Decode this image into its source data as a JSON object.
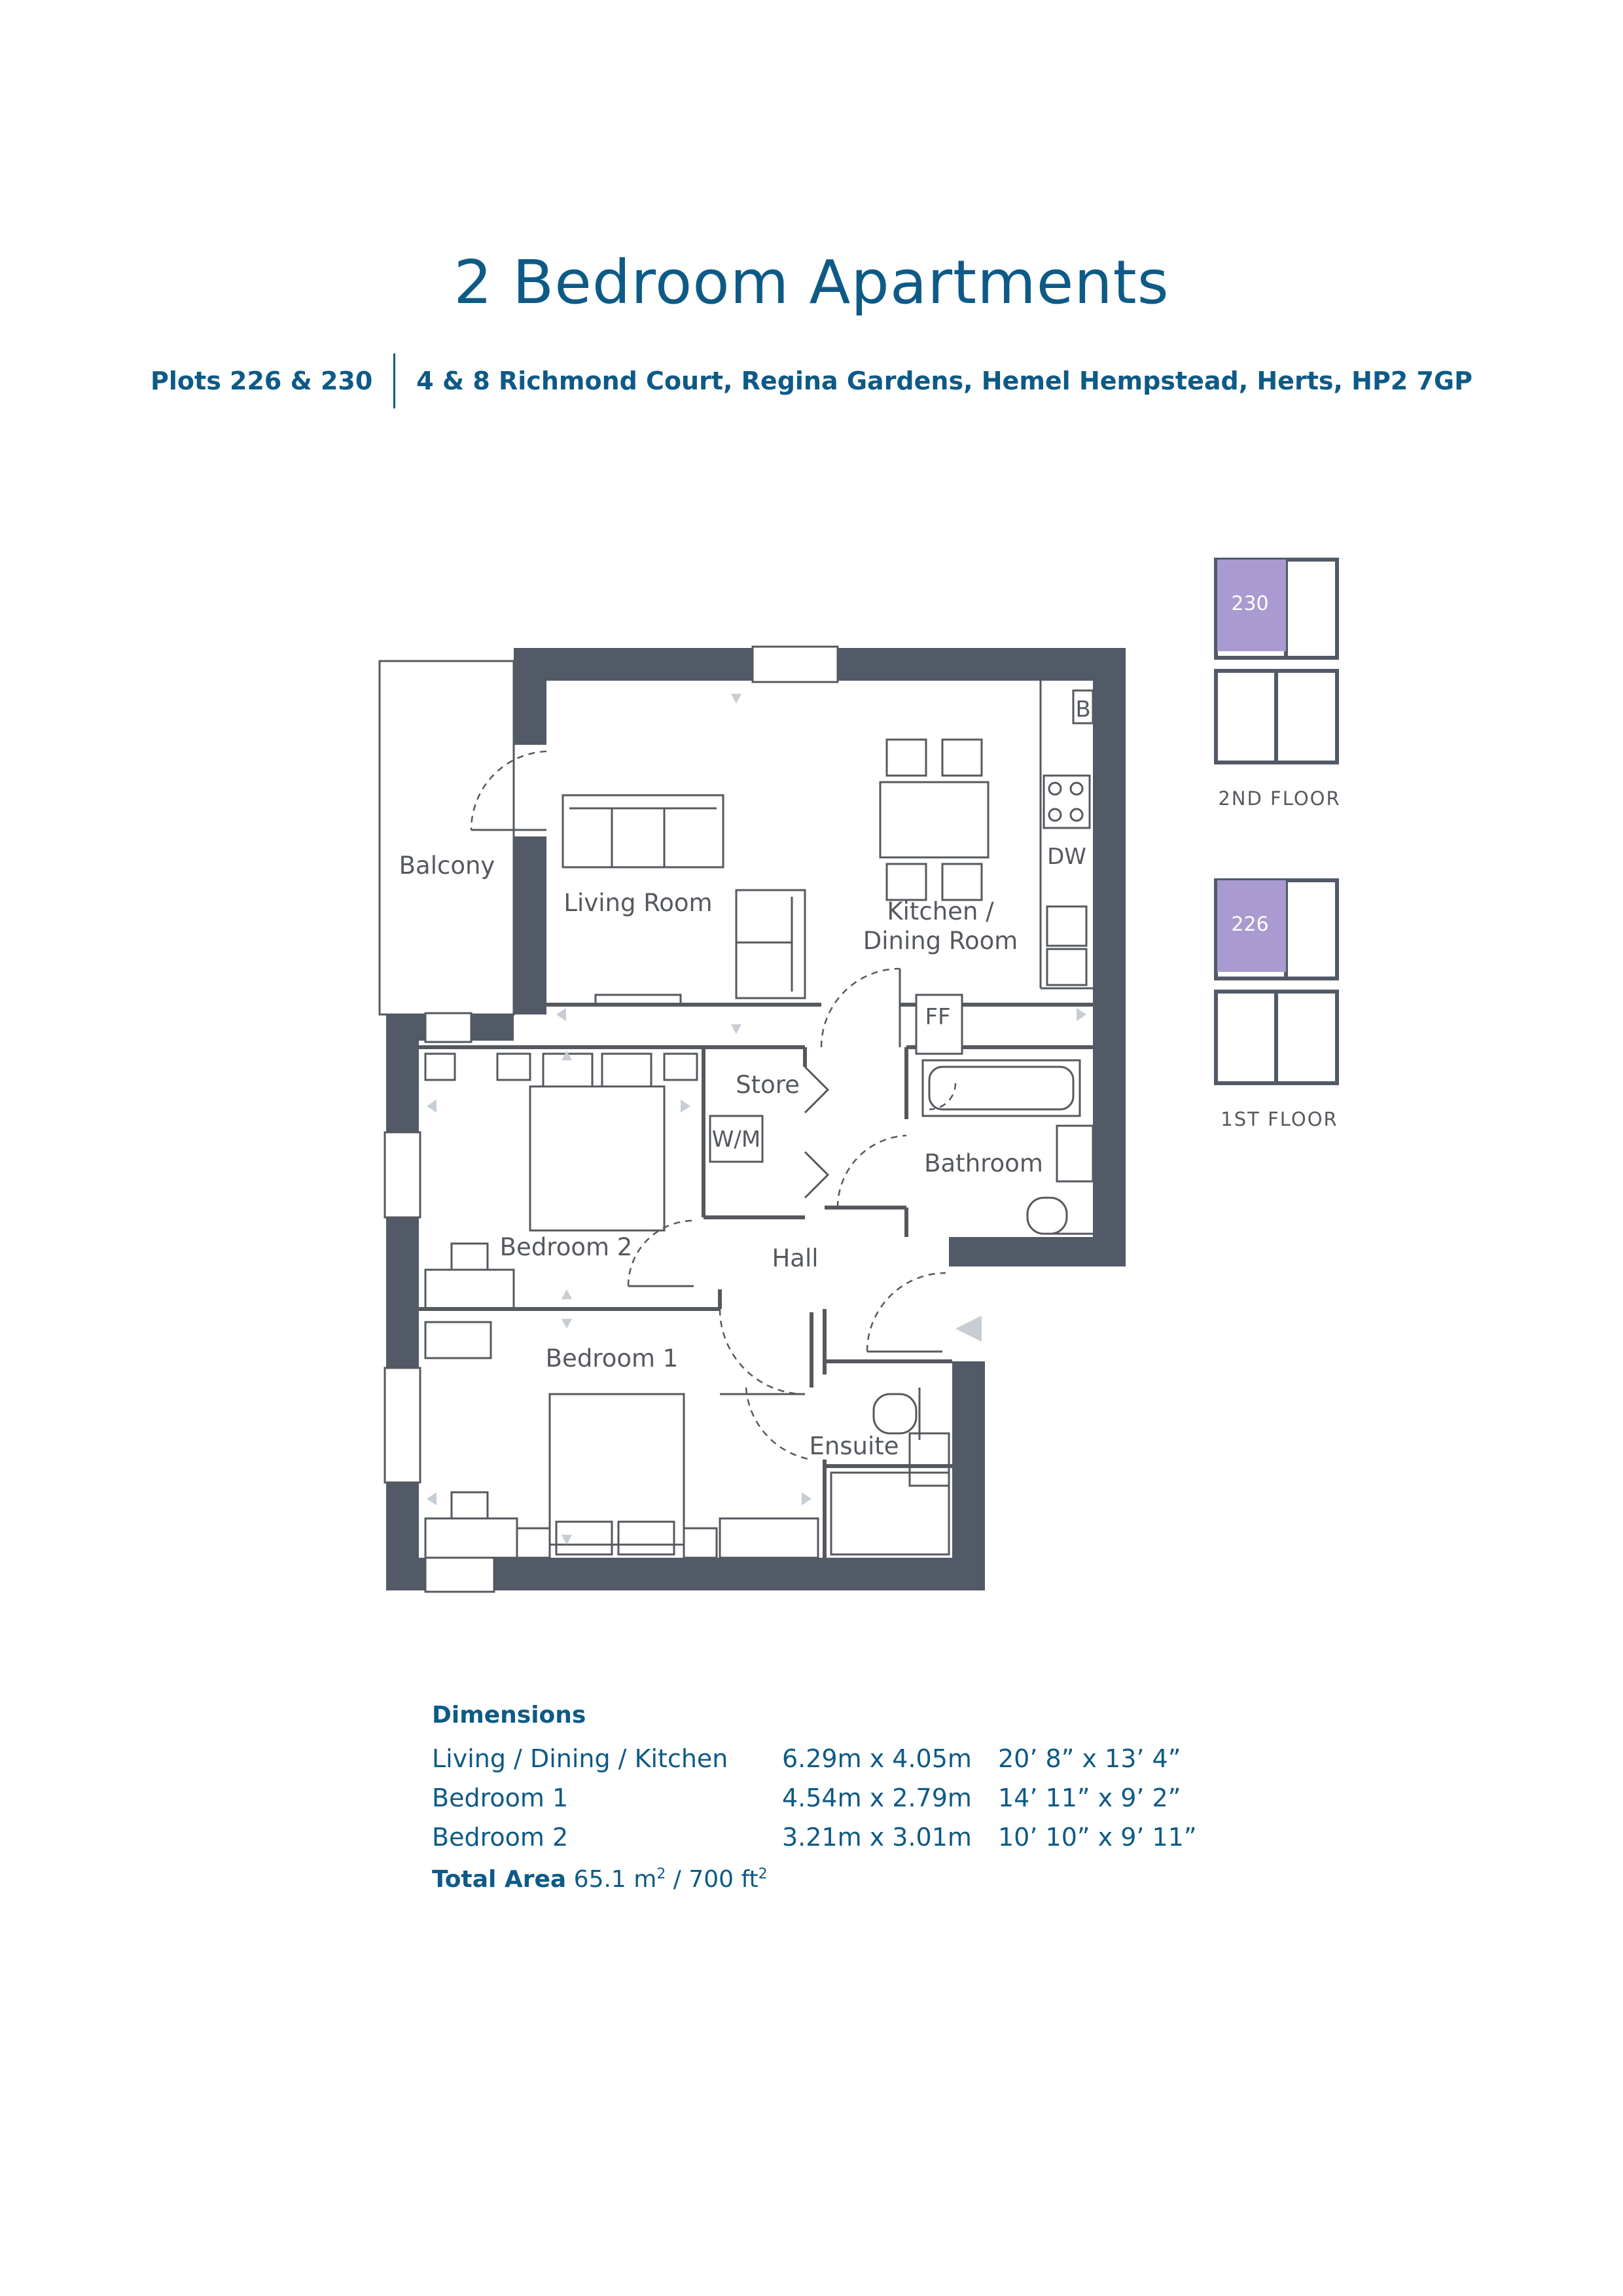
{
  "header": {
    "title": "2 Bedroom Apartments",
    "plots": "Plots 226 & 230",
    "address": "4 & 8 Richmond Court, Regina Gardens, Hemel Hempstead, Herts, HP2 7GP"
  },
  "rooms": {
    "balcony": "Balcony",
    "living_room": "Living Room",
    "kitchen_line1": "Kitchen /",
    "kitchen_line2": "Dining Room",
    "store": "Store",
    "wm": "W/M",
    "bathroom": "Bathroom",
    "bedroom2": "Bedroom 2",
    "hall": "Hall",
    "bedroom1": "Bedroom 1",
    "ensuite": "Ensuite",
    "boiler": "B",
    "dishwasher": "DW",
    "fridge_freezer": "FF"
  },
  "key_plans": [
    {
      "unit": "230",
      "floor": "2ND FLOOR"
    },
    {
      "unit": "226",
      "floor": "1ST FLOOR"
    }
  ],
  "dimensions": {
    "heading": "Dimensions",
    "rows": [
      {
        "room": "Living / Dining / Kitchen",
        "metric": "6.29m x 4.05m",
        "imperial": "20’ 8” x 13’ 4”"
      },
      {
        "room": "Bedroom 1",
        "metric": "4.54m x 2.79m",
        "imperial": "14’ 11” x 9’ 2”"
      },
      {
        "room": "Bedroom 2",
        "metric": "3.21m x 3.01m",
        "imperial": "10’ 10” x 9’ 11”"
      }
    ],
    "total_label": "Total Area",
    "total_value": "65.1 m",
    "total_sep": " / 700 ft",
    "sup": "2"
  },
  "colors": {
    "brand_blue": "#0e5a86",
    "wall": "#515a66",
    "highlight": "#a99bd1",
    "line": "#55595e"
  }
}
